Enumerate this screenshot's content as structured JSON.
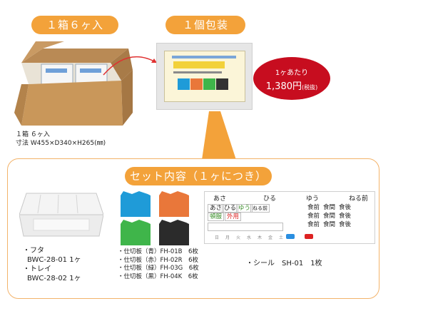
{
  "labels": {
    "box_count": "１箱６ヶ入",
    "single_pack": "１個包装",
    "set_contents": "セット内容（１ヶにつき）"
  },
  "box_info": {
    "line1": "１箱 ６ヶ入",
    "line2": "寸法 W455×D340×H265(㎜)"
  },
  "price": {
    "label": "1ヶあたり",
    "value": "1,380円",
    "tax": "(税抜)"
  },
  "tray": {
    "lid_name": "・フタ",
    "lid_code": "BWC-28-01 1ヶ",
    "tray_name": "・トレイ",
    "tray_code": "BWC-28-02 1ヶ"
  },
  "dividers": [
    {
      "text": "・仕切板（青）FH-01B　6枚",
      "color": "#1f9bd8"
    },
    {
      "text": "・仕切板（赤）FH-02R　6枚",
      "color": "#e9773a"
    },
    {
      "text": "・仕切板（緑）FH-03G　6枚",
      "color": "#3fb54a"
    },
    {
      "text": "・仕切板（黒）FH-04K　6枚",
      "color": "#2b2b2b"
    }
  ],
  "seal": {
    "info": "・シール　SH-01　1枚",
    "header": [
      "あさ",
      "ひる",
      "ゆう",
      "ねる前"
    ],
    "left_row": [
      "あさ",
      "ひる",
      "ゆう",
      "ねる前"
    ],
    "left_row2": [
      "頓服",
      "外用"
    ],
    "right_rows": [
      [
        "食前",
        "食間",
        "食後"
      ],
      [
        "食前",
        "食間",
        "食後"
      ],
      [
        "食前",
        "食間",
        "食後"
      ]
    ],
    "weekdays": [
      "日",
      "月",
      "火",
      "水",
      "木",
      "金",
      "土"
    ]
  }
}
